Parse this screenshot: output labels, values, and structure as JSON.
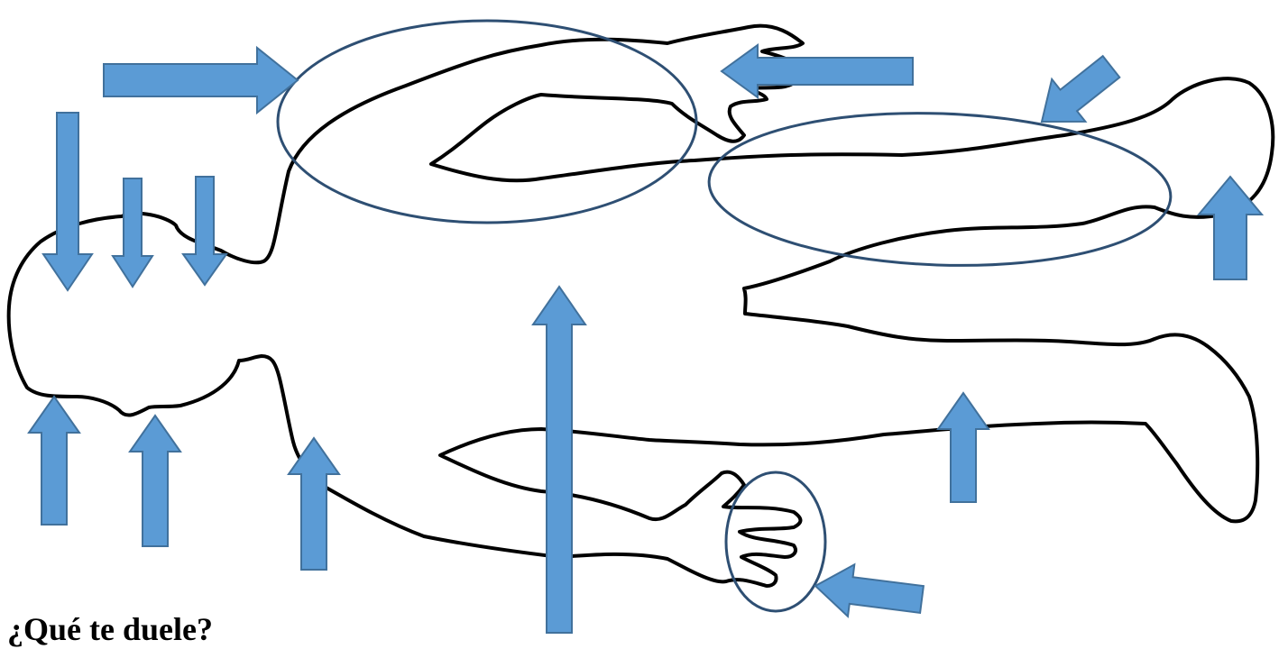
{
  "question": "¿Qué te duele?",
  "colors": {
    "arrow_fill": "#5b9bd5",
    "arrow_stroke": "#41719c",
    "ellipse_stroke": "#2e4f73",
    "outline": "#000000"
  },
  "outline": {
    "name": "body-outline",
    "description_icon": "human-body-outline-icon"
  },
  "markers": {
    "ellipses": [
      {
        "name": "right-arm-highlight"
      },
      {
        "name": "right-leg-highlight"
      },
      {
        "name": "left-hand-highlight"
      }
    ],
    "arrows": [
      {
        "name": "arrow-right-upper-arm"
      },
      {
        "name": "arrow-right-hand"
      },
      {
        "name": "arrow-right-knee"
      },
      {
        "name": "arrow-head-top-1"
      },
      {
        "name": "arrow-head-top-2"
      },
      {
        "name": "arrow-head-top-3"
      },
      {
        "name": "arrow-chin"
      },
      {
        "name": "arrow-neck"
      },
      {
        "name": "arrow-left-shoulder"
      },
      {
        "name": "arrow-torso-center"
      },
      {
        "name": "arrow-right-foot"
      },
      {
        "name": "arrow-left-leg"
      },
      {
        "name": "arrow-left-hand"
      },
      {
        "name": "arrow-jaw"
      }
    ]
  }
}
